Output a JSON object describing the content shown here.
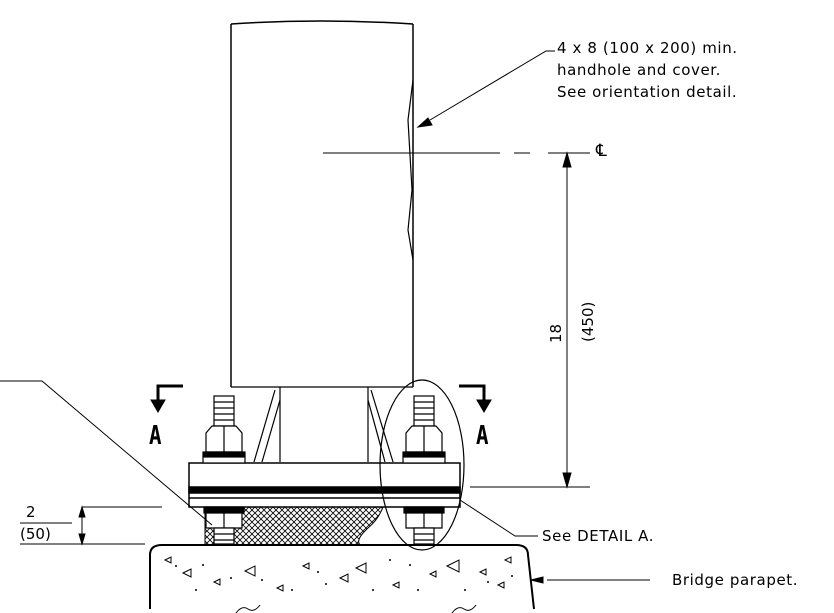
{
  "notes": {
    "handhole_line1": "4 x 8 (100 x 200) min.",
    "handhole_line2": "handhole and cover.",
    "handhole_line3": "See orientation detail.",
    "centerline": "℄",
    "detail_ref": "See DETAIL A.",
    "parapet": "Bridge parapet."
  },
  "dimensions": {
    "height_in": "18",
    "height_mm": "(450)",
    "grout_in": "2",
    "grout_mm": "(50)"
  },
  "section": {
    "left": "A",
    "right": "A"
  }
}
